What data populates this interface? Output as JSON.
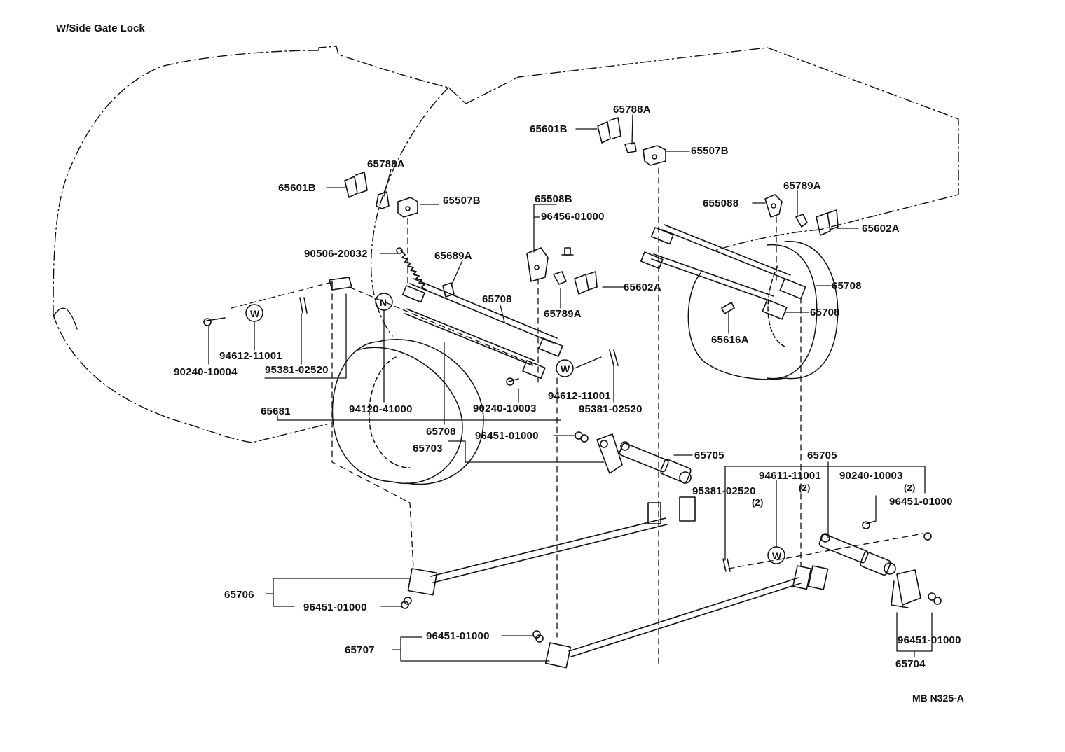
{
  "title": "W/Side Gate Lock",
  "drawing_code": "MB N325-A",
  "symbols": {
    "washer": "W",
    "nut": "N"
  },
  "labels": [
    {
      "id": "l1",
      "text": "65788A"
    },
    {
      "id": "l2",
      "text": "65601B"
    },
    {
      "id": "l3",
      "text": "65507B"
    },
    {
      "id": "l4",
      "text": "65788A"
    },
    {
      "id": "l5",
      "text": "65601B"
    },
    {
      "id": "l6",
      "text": "65507B"
    },
    {
      "id": "l7",
      "text": "65789A"
    },
    {
      "id": "l8",
      "text": "655088"
    },
    {
      "id": "l9",
      "text": "65602A"
    },
    {
      "id": "l10",
      "text": "65508B"
    },
    {
      "id": "l11",
      "text": "96456-01000"
    },
    {
      "id": "l12",
      "text": "90506-20032"
    },
    {
      "id": "l13",
      "text": "65689A"
    },
    {
      "id": "l14",
      "text": "65602A"
    },
    {
      "id": "l15",
      "text": "65708"
    },
    {
      "id": "l16",
      "text": "65789A"
    },
    {
      "id": "l17",
      "text": "65708"
    },
    {
      "id": "l18",
      "text": "65708"
    },
    {
      "id": "l19",
      "text": "65616A"
    },
    {
      "id": "l20",
      "text": "94612-11001"
    },
    {
      "id": "l21",
      "text": "90240-10004"
    },
    {
      "id": "l22",
      "text": "95381-02520"
    },
    {
      "id": "l23",
      "text": "94612-11001"
    },
    {
      "id": "l24",
      "text": "90240-10003"
    },
    {
      "id": "l25",
      "text": "95381-02520"
    },
    {
      "id": "l26",
      "text": "65681"
    },
    {
      "id": "l27",
      "text": "94120-41000"
    },
    {
      "id": "l28",
      "text": "65708"
    },
    {
      "id": "l29",
      "text": "65703"
    },
    {
      "id": "l30",
      "text": "96451-01000"
    },
    {
      "id": "l31",
      "text": "65705"
    },
    {
      "id": "l32",
      "text": "65705"
    },
    {
      "id": "l33",
      "text": "94611-11001"
    },
    {
      "id": "l34",
      "text": "(2)"
    },
    {
      "id": "l35",
      "text": "90240-10003"
    },
    {
      "id": "l36",
      "text": "(2)"
    },
    {
      "id": "l37",
      "text": "95381-02520"
    },
    {
      "id": "l38",
      "text": "(2)"
    },
    {
      "id": "l39",
      "text": "96451-01000"
    },
    {
      "id": "l40",
      "text": "65706"
    },
    {
      "id": "l41",
      "text": "96451-01000"
    },
    {
      "id": "l42",
      "text": "96451-01000"
    },
    {
      "id": "l43",
      "text": "65707"
    },
    {
      "id": "l44",
      "text": "96451-01000"
    },
    {
      "id": "l45",
      "text": "65704"
    }
  ]
}
